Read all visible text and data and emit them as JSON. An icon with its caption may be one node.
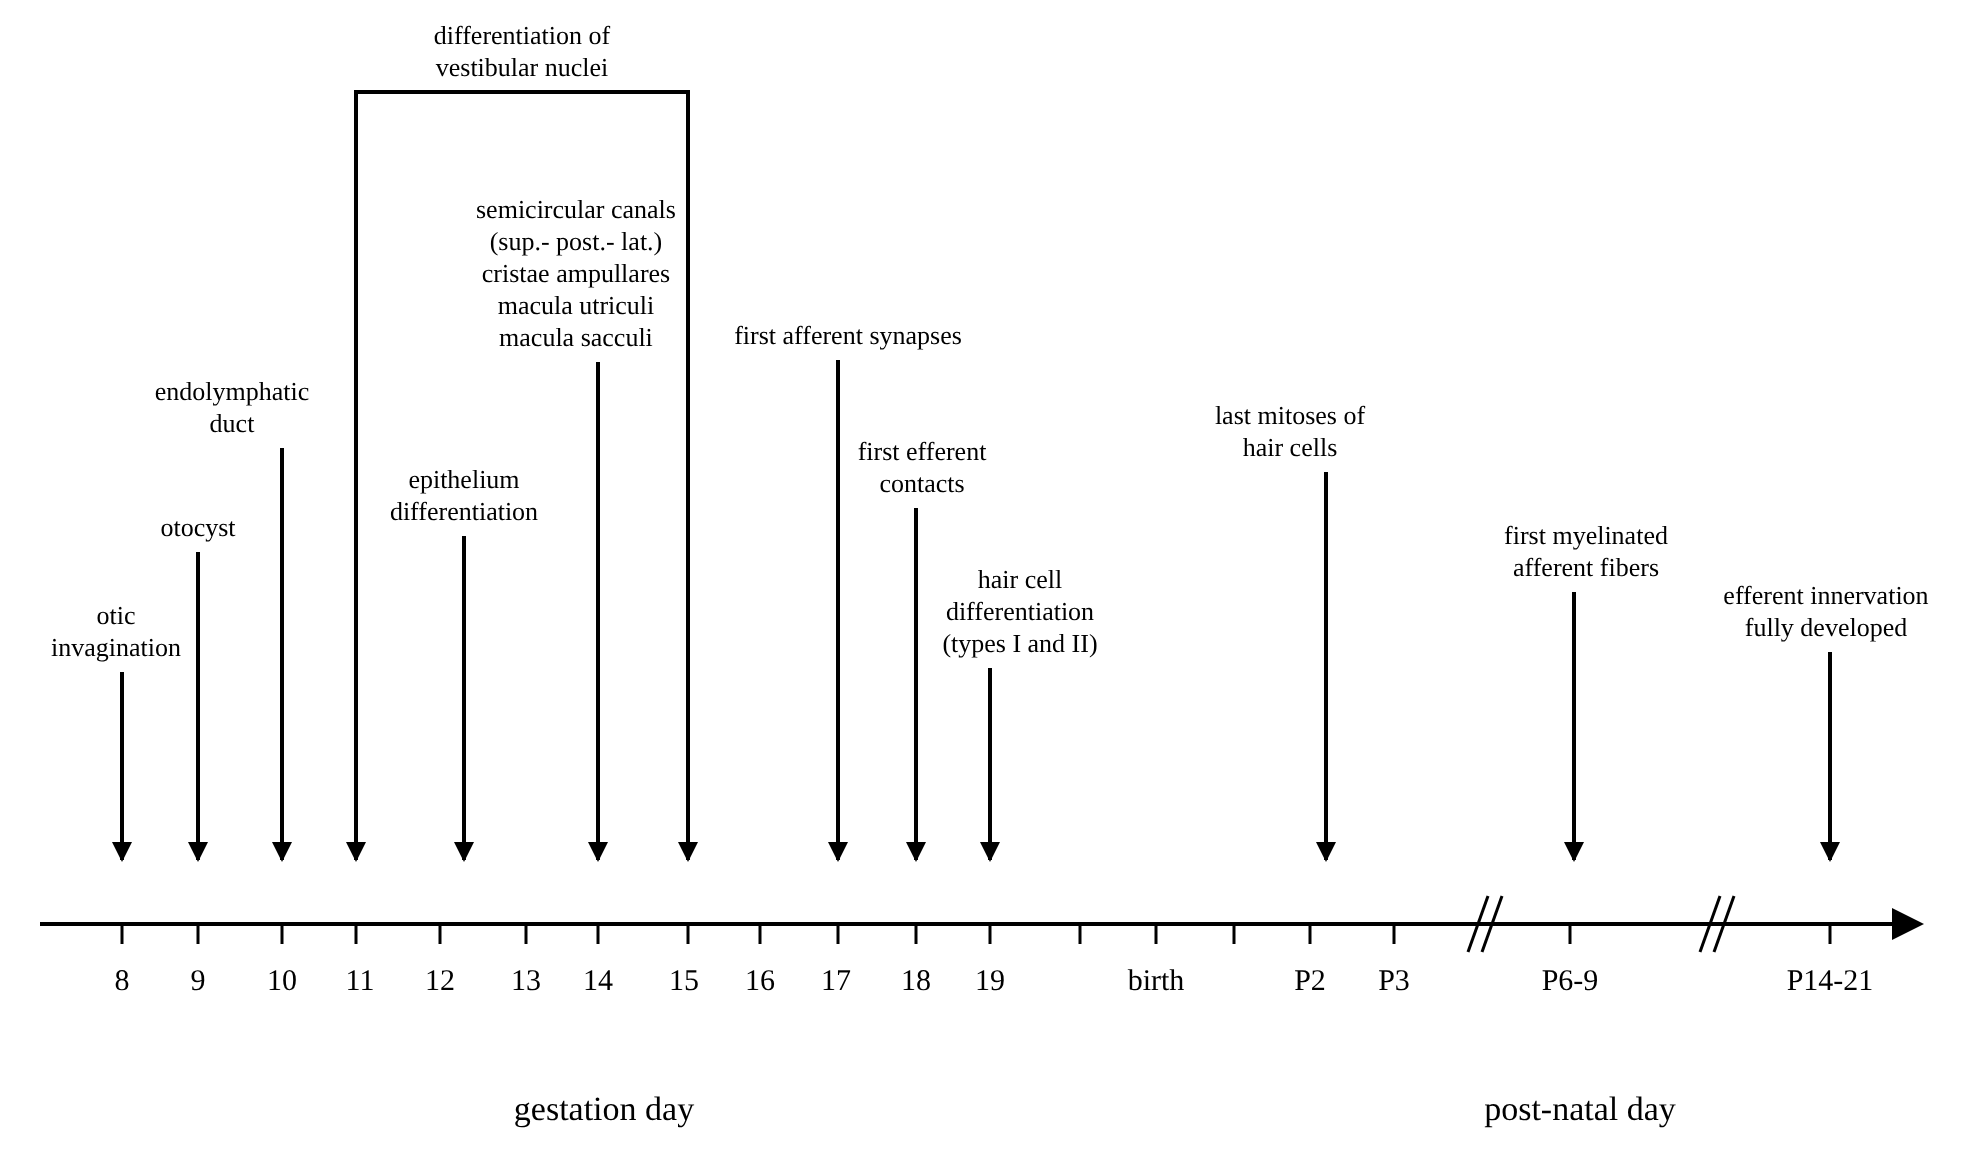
{
  "diagram": {
    "nodes": [
      {
        "text": [
          "otic invagination"
        ]
      },
      {
        "text": [
          "otocyst"
        ]
      },
      {
        "text": [
          "endolymphatic duct"
        ]
      },
      {
        "text": [
          "differentiation of vestibular nuclei"
        ]
      },
      {
        "text": [
          "epithelium differentiation"
        ]
      },
      {
        "text": [
          "semicircular canals (sup.- post.- lat.)",
          "cristae ampullares",
          "macula utriculi",
          "macula sacculi"
        ]
      },
      {
        "text": [
          "first afferent synapses"
        ]
      },
      {
        "text": [
          "first efferent contacts"
        ]
      },
      {
        "text": [
          "hair cell differentiation (types I and II)"
        ]
      },
      {
        "text": [
          "last mitoses of hair cells"
        ]
      },
      {
        "text": [
          "first myelinated afferent fibers"
        ]
      },
      {
        "text": [
          "efferent innervation fully developed"
        ]
      }
    ],
    "edges": [
      {
        "from": 0,
        "to": null,
        "arrow": "to"
      },
      {
        "from": 1,
        "to": null,
        "arrow": "to"
      },
      {
        "from": 2,
        "to": null,
        "arrow": "to"
      },
      {
        "from": 3,
        "to": null,
        "arrow": "to"
      },
      {
        "from": 4,
        "to": null,
        "arrow": "to"
      },
      {
        "from": 5,
        "to": null,
        "arrow": "to"
      },
      {
        "from": 3,
        "to": null,
        "arrow": "to"
      },
      {
        "from": 6,
        "to": null,
        "arrow": "to"
      },
      {
        "from": 7,
        "to": null,
        "arrow": "to"
      },
      {
        "from": 8,
        "to": null,
        "arrow": "to"
      },
      {
        "from": 9,
        "to": null,
        "arrow": "to"
      },
      {
        "from": 10,
        "to": null,
        "arrow": "to"
      },
      {
        "from": 11,
        "to": null,
        "arrow": "to"
      }
    ],
    "labels": [
      "8",
      "9",
      "10",
      "11",
      "12",
      "13",
      "14",
      "15",
      "16",
      "17",
      "18",
      "19",
      "birth",
      "P2",
      "P3",
      "P6-9",
      "P14-21",
      "gestation day",
      "post-natal day"
    ]
  }
}
